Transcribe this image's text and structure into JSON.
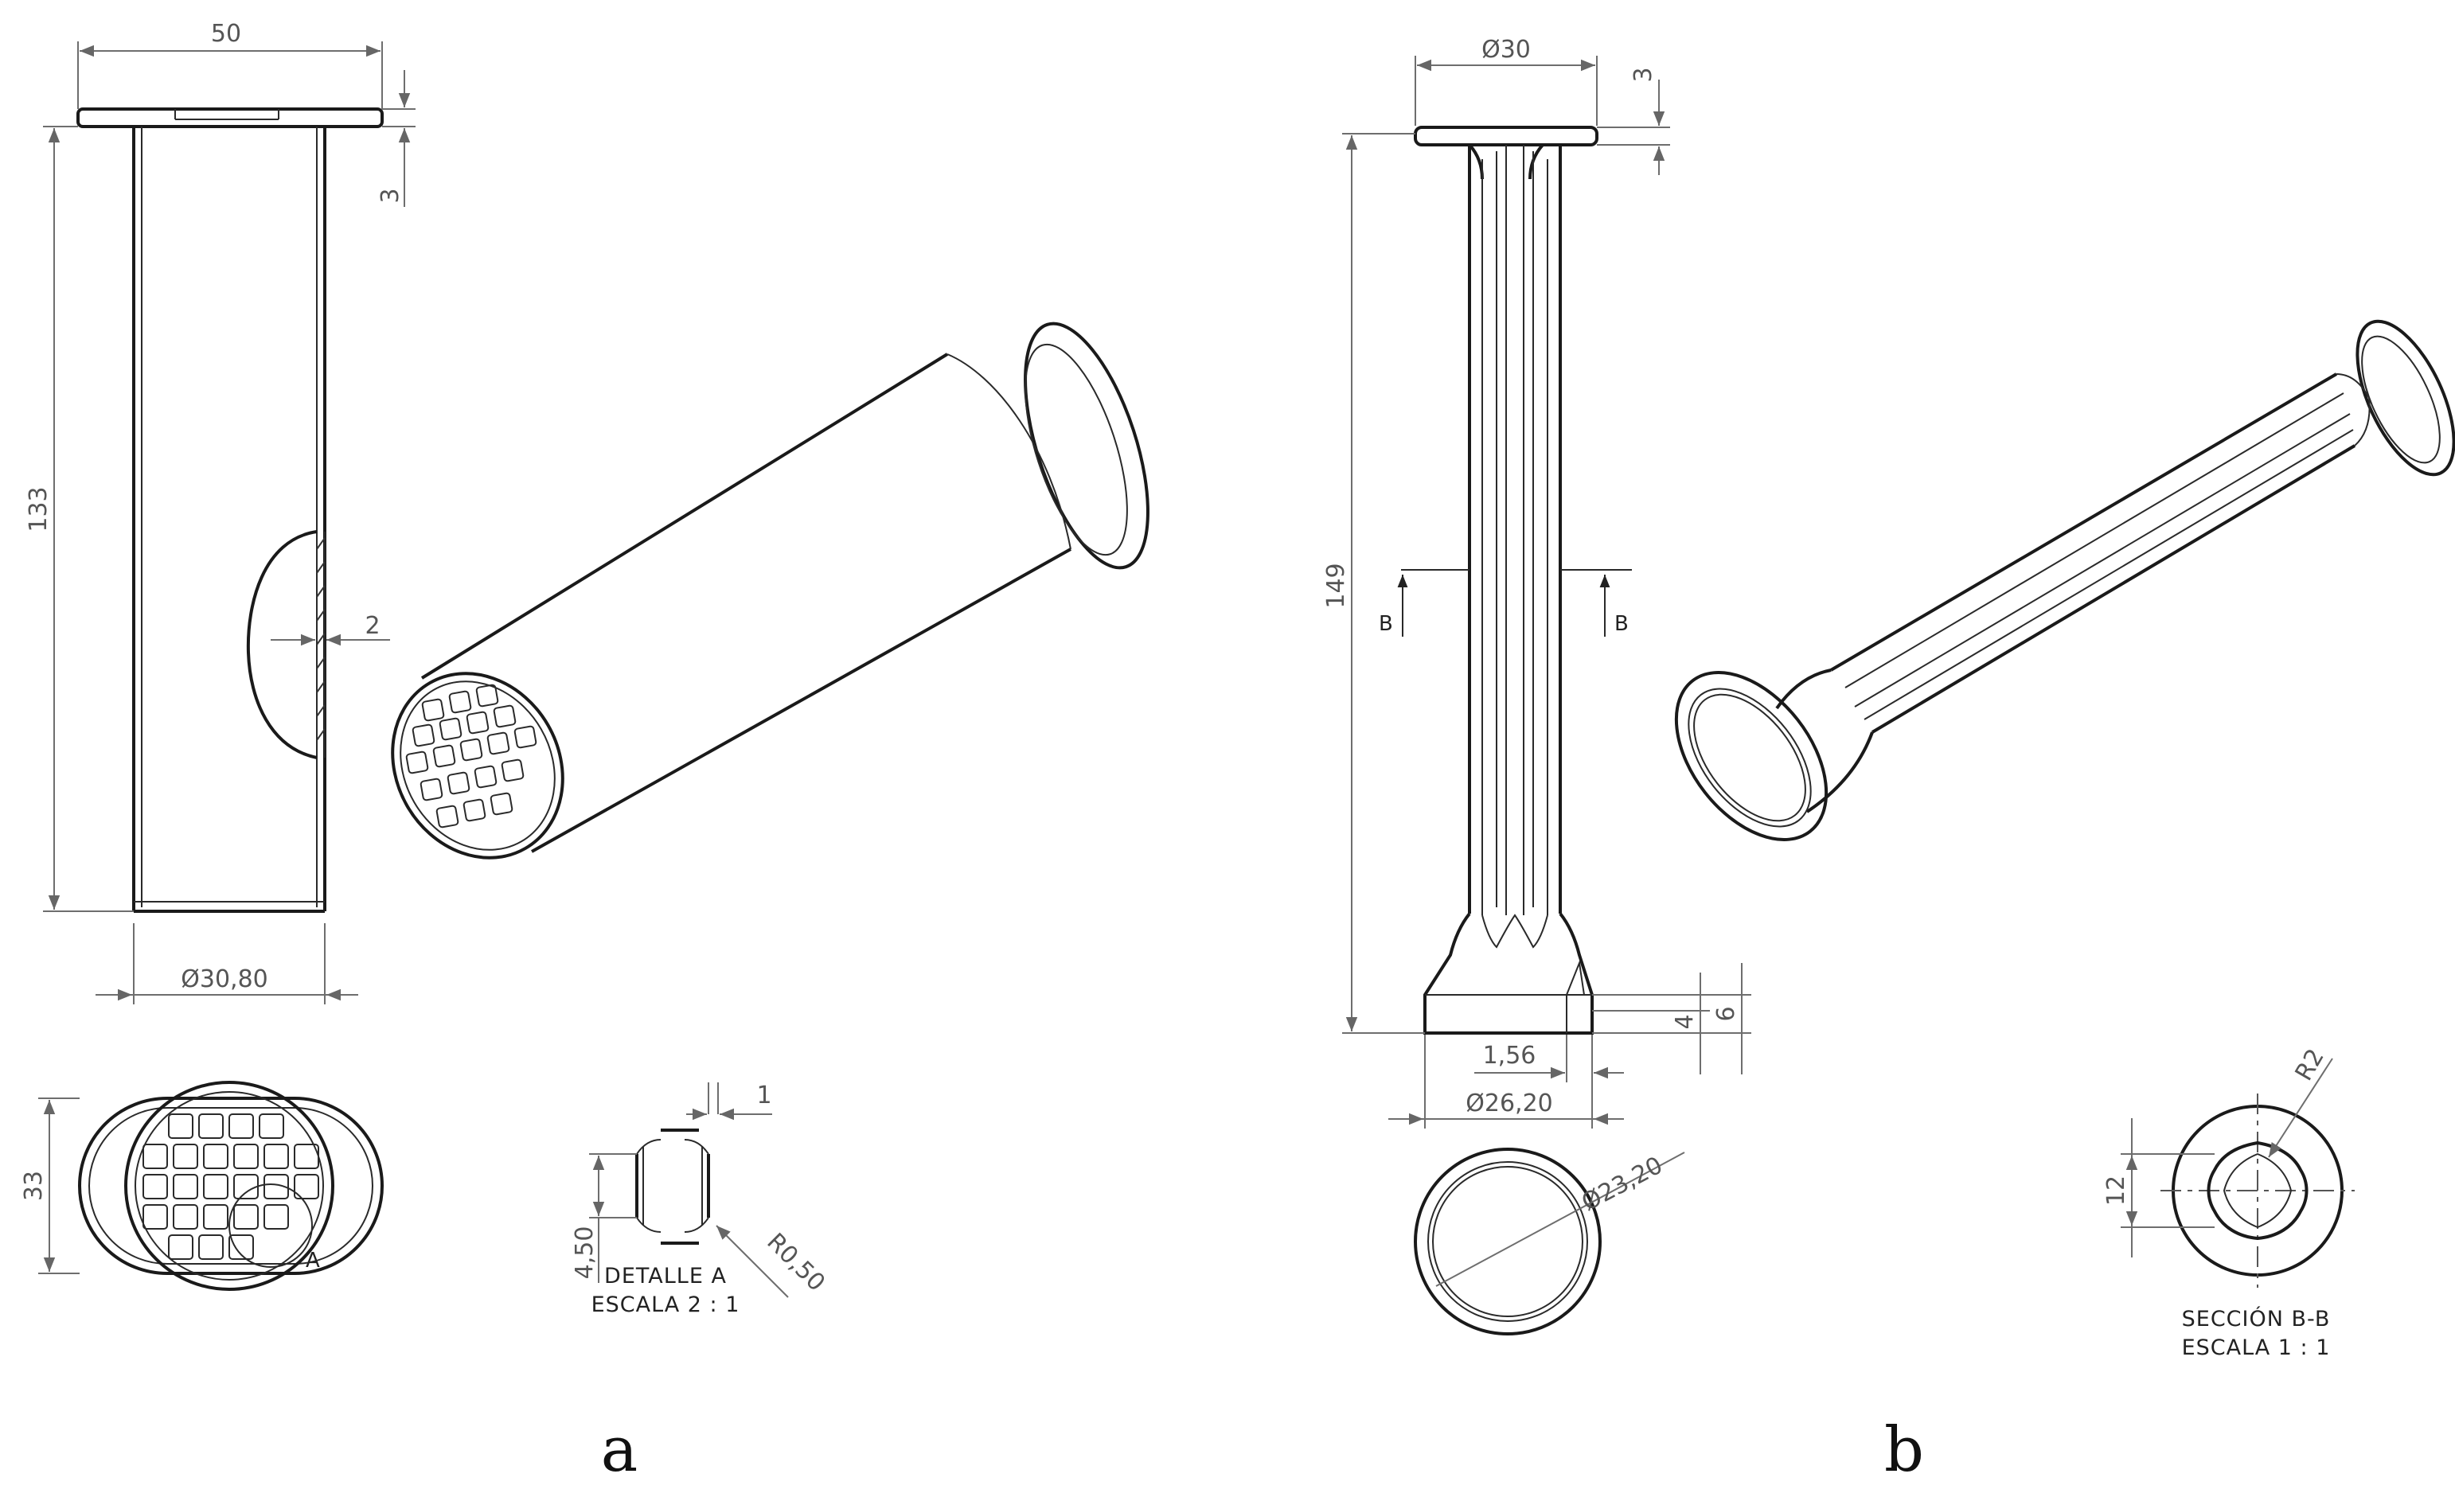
{
  "figure": {
    "panel_a": {
      "label": "a",
      "dims": {
        "width_top": "50",
        "height_total": "133",
        "flange_thickness": "3",
        "wall": "2",
        "outer_diameter": "Ø30,80",
        "base_height": "33"
      },
      "detail": {
        "marker": "A",
        "dim_gap": "1",
        "dim_cell": "4,50",
        "dim_radius": "R0,50",
        "title": "DETALLE A",
        "scale": "ESCALA 2 : 1"
      }
    },
    "panel_b": {
      "label": "b",
      "dims": {
        "diameter_top": "Ø30",
        "flange_thickness": "3",
        "height_total": "149",
        "foot_height_inner": "4",
        "foot_height_outer": "6",
        "foot_step": "1,56",
        "foot_diameter": "Ø26,20",
        "ring_diameter": "Ø23,20"
      },
      "section": {
        "marker": "B",
        "dim_radius": "R2",
        "dim_height": "12",
        "title": "SECCIÓN B-B",
        "scale": "ESCALA 1 : 1"
      }
    }
  }
}
